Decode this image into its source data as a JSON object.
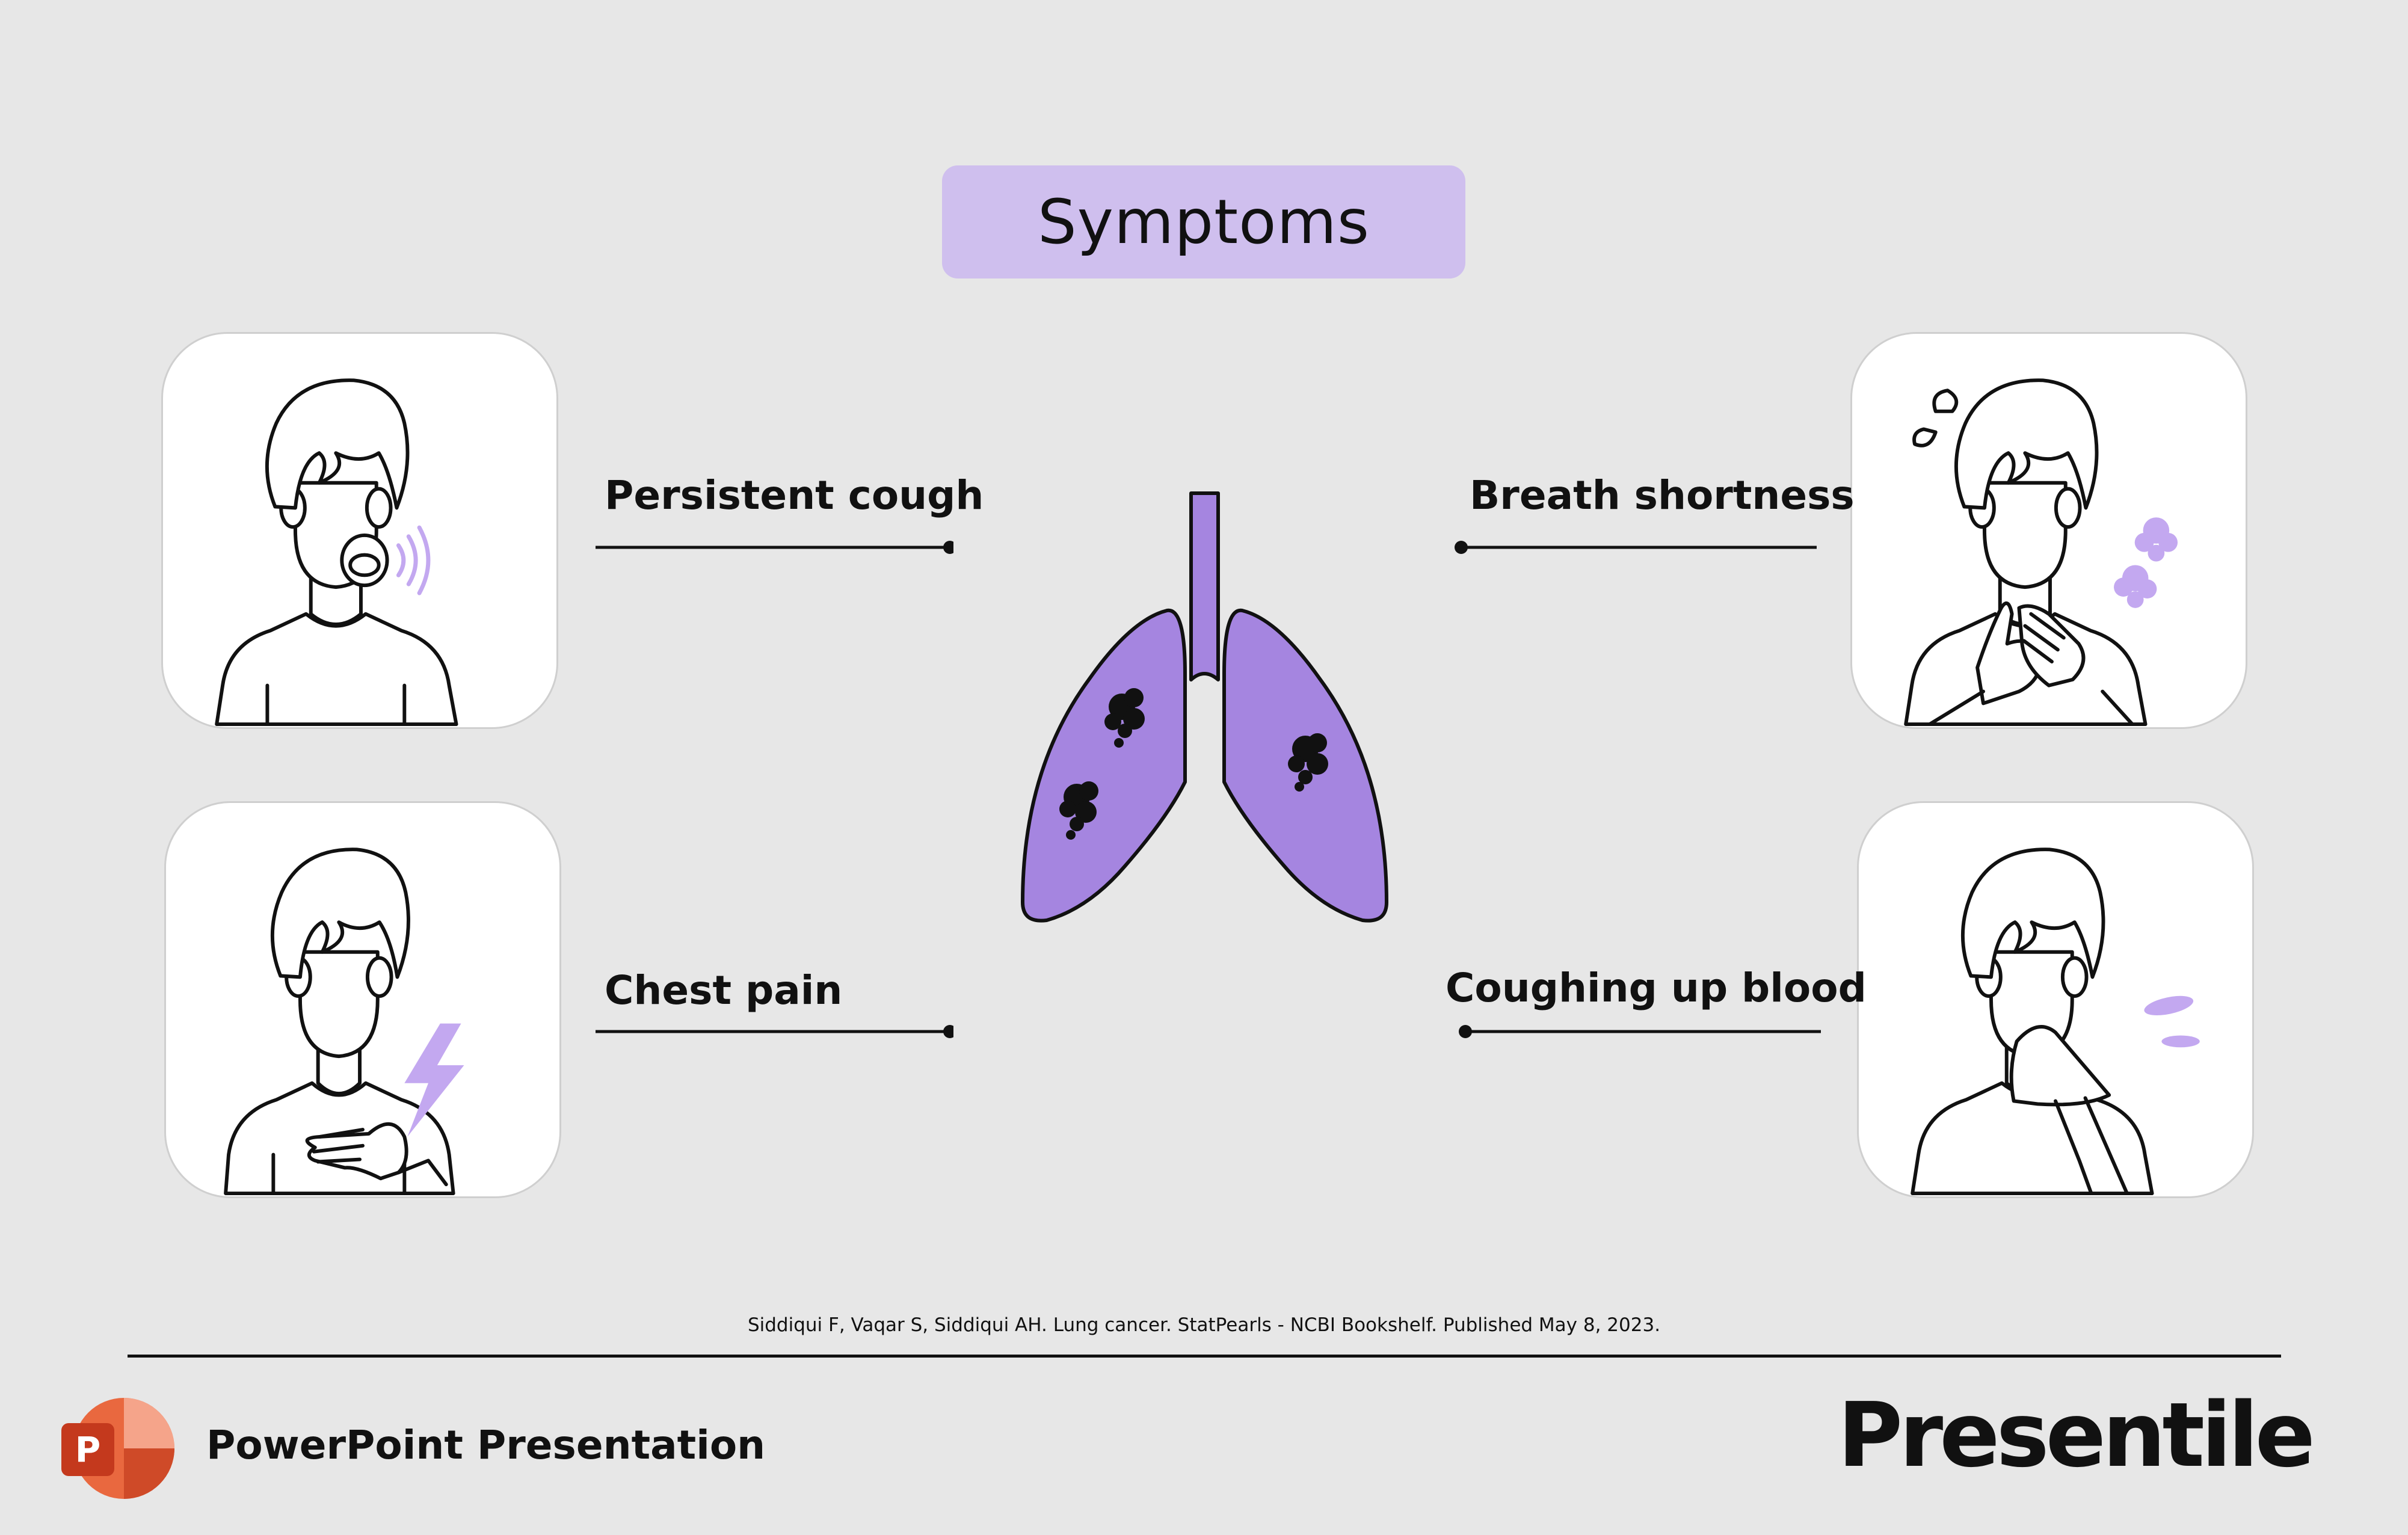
{
  "title": "Symptoms",
  "symptoms": {
    "top_left": "Persistent cough",
    "bottom_left": "Chest pain",
    "top_right": "Breath shortness",
    "bottom_right": "Coughing up blood"
  },
  "citation": "Siddiqui F, Vaqar S, Siddiqui AH. Lung cancer. StatPearls - NCBI Bookshelf. Published May 8, 2023.",
  "footer": {
    "app_label": "PowerPoint Presentation",
    "brand": "Presentile",
    "ppt_icon_letter": "P"
  },
  "colors": {
    "background": "#e7e7e7",
    "title_fill": "#cfbfee",
    "lung_fill": "#a585e0",
    "accent_light": "#c3a8f0"
  },
  "icons": [
    "coughing-person-icon",
    "chest-pain-person-icon",
    "breath-shortness-person-icon",
    "coughing-blood-person-icon",
    "lungs-illustration",
    "powerpoint-icon"
  ]
}
